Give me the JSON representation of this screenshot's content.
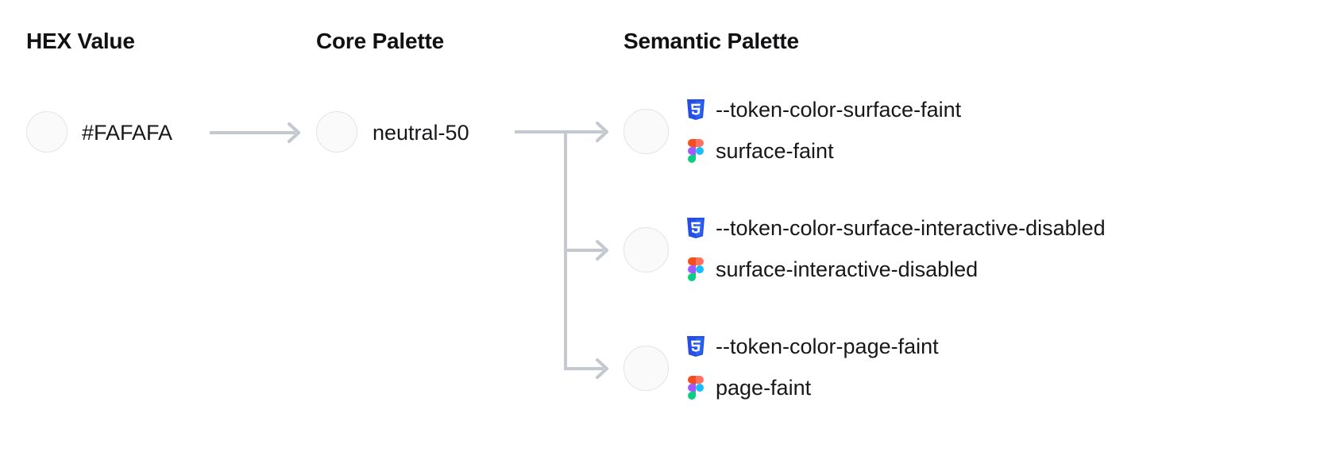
{
  "columns": {
    "hex": "HEX Value",
    "core": "Core Palette",
    "semantic": "Semantic Palette"
  },
  "hex": {
    "value": "#FAFAFA",
    "swatch_color": "#FAFAFA"
  },
  "core": {
    "value": "neutral-50",
    "swatch_color": "#FAFAFA"
  },
  "semantic": [
    {
      "swatch_color": "#FAFAFA",
      "css_icon": "css3-icon",
      "css_token": "--token-color-surface-faint",
      "figma_icon": "figma-icon",
      "figma_token": "surface-faint"
    },
    {
      "swatch_color": "#FAFAFA",
      "css_icon": "css3-icon",
      "css_token": "--token-color-surface-interactive-disabled",
      "figma_icon": "figma-icon",
      "figma_token": "surface-interactive-disabled"
    },
    {
      "swatch_color": "#FAFAFA",
      "css_icon": "css3-icon",
      "css_token": "--token-color-page-faint",
      "figma_icon": "figma-icon",
      "figma_token": "page-faint"
    }
  ],
  "colors": {
    "text": "#18181B",
    "heading": "#111113",
    "connector": "#C4C8CF",
    "swatch_border": "#E4E4E7",
    "background": "#FFFFFF",
    "css_shield_dark": "#264DE4",
    "css_shield_light": "#2965F1",
    "figma_orange": "#F24E1E",
    "figma_red": "#FF7262",
    "figma_purple": "#A259FF",
    "figma_blue": "#1ABCFE",
    "figma_green": "#0ACF83"
  },
  "connectors": {
    "hex_to_core": "arrow-right",
    "core_to_semantic": "branching-arrow-right-3"
  }
}
